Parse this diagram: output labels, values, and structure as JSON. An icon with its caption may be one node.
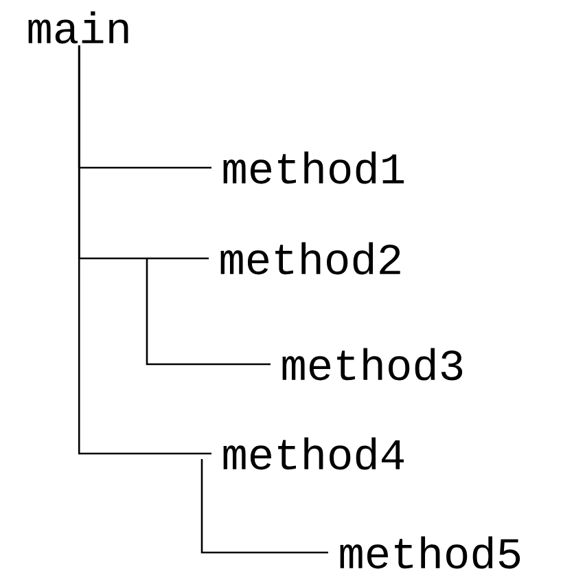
{
  "diagram": {
    "nodes": [
      {
        "text": [
          "main"
        ]
      },
      {
        "text": [
          "method1"
        ]
      },
      {
        "text": [
          "method2"
        ]
      },
      {
        "text": [
          "method3"
        ]
      },
      {
        "text": [
          "method4"
        ]
      },
      {
        "text": [
          "method5"
        ]
      }
    ],
    "edges": [
      {
        "from": 0,
        "to": 1,
        "arrow": "none"
      },
      {
        "from": 0,
        "to": 2,
        "arrow": "none"
      },
      {
        "from": 2,
        "to": 3,
        "arrow": "none"
      },
      {
        "from": 0,
        "to": 4,
        "arrow": "none"
      },
      {
        "from": 4,
        "to": 5,
        "arrow": "none"
      }
    ]
  }
}
